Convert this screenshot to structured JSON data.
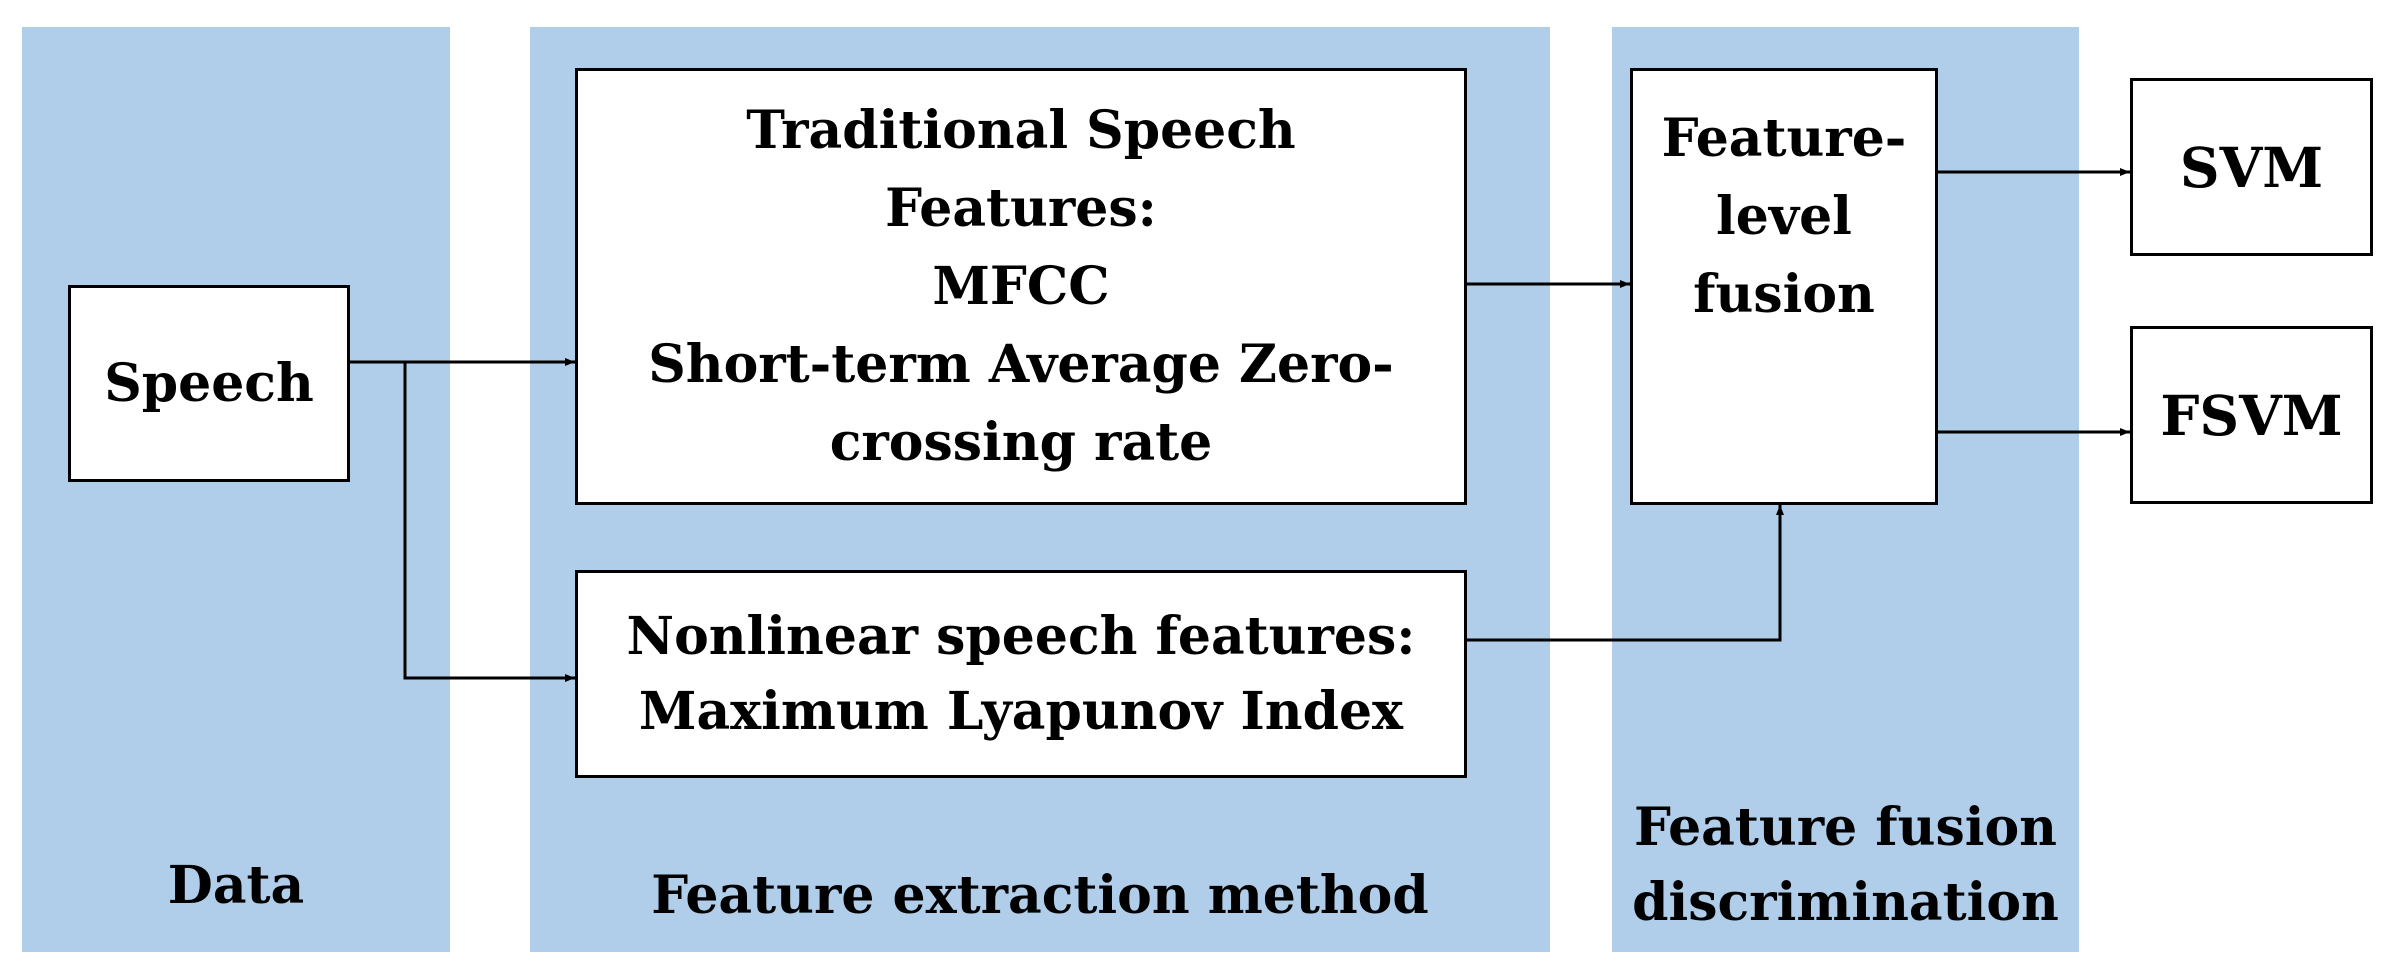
{
  "diagram": {
    "panels": {
      "data": {
        "caption": "Data"
      },
      "extraction": {
        "caption": "Feature extraction method"
      },
      "fusion": {
        "caption_lines": [
          "Feature fusion",
          "discrimination"
        ]
      }
    },
    "nodes": {
      "speech": {
        "lines": [
          "Speech"
        ]
      },
      "traditional": {
        "lines": [
          "Traditional Speech",
          "Features:",
          "MFCC",
          "Short-term Average Zero-",
          "crossing rate"
        ]
      },
      "nonlinear": {
        "lines": [
          "Nonlinear speech features:",
          "Maximum Lyapunov Index"
        ]
      },
      "fusion": {
        "lines": [
          "Feature-",
          "level",
          "fusion"
        ]
      },
      "svm": {
        "lines": [
          "SVM"
        ]
      },
      "fsvm": {
        "lines": [
          "FSVM"
        ]
      }
    },
    "colors": {
      "panel": "#b0cde9",
      "box": "#ffffff",
      "border": "#000000"
    }
  }
}
